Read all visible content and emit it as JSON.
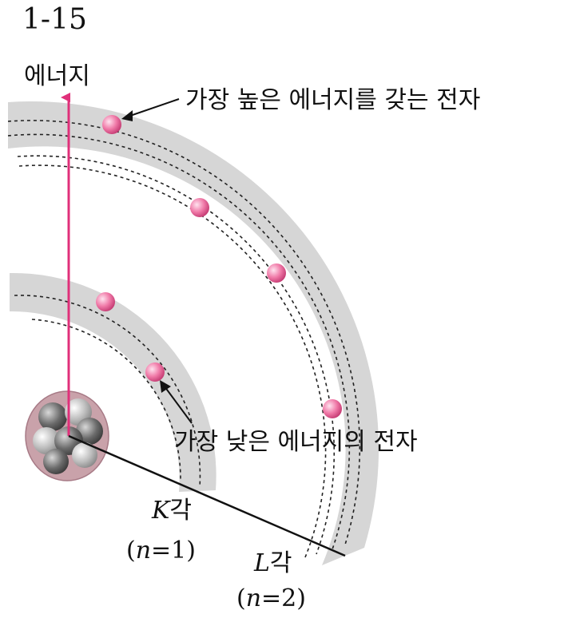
{
  "figure_number": "1-15",
  "energy_axis_label": "에너지",
  "annotations": {
    "highest_energy_electron": "가장 높은 에너지를 갖는 전자",
    "lowest_energy_electron": "가장 낮은 에너지의 전자"
  },
  "shells": [
    {
      "letter": "K",
      "suffix": "각",
      "n_var": "n",
      "n_value": "=1)",
      "open": "("
    },
    {
      "letter": "L",
      "suffix": "각",
      "n_var": "n",
      "n_value": "=2)",
      "open": "("
    }
  ],
  "colors": {
    "shell_band": "#d6d6d6",
    "arrow": "#e0307a",
    "electron": "#f07aa8",
    "nucleus_halo": "#c9a2aa",
    "proton": "#6b6b6b",
    "neutron": "#bdbdbd"
  }
}
